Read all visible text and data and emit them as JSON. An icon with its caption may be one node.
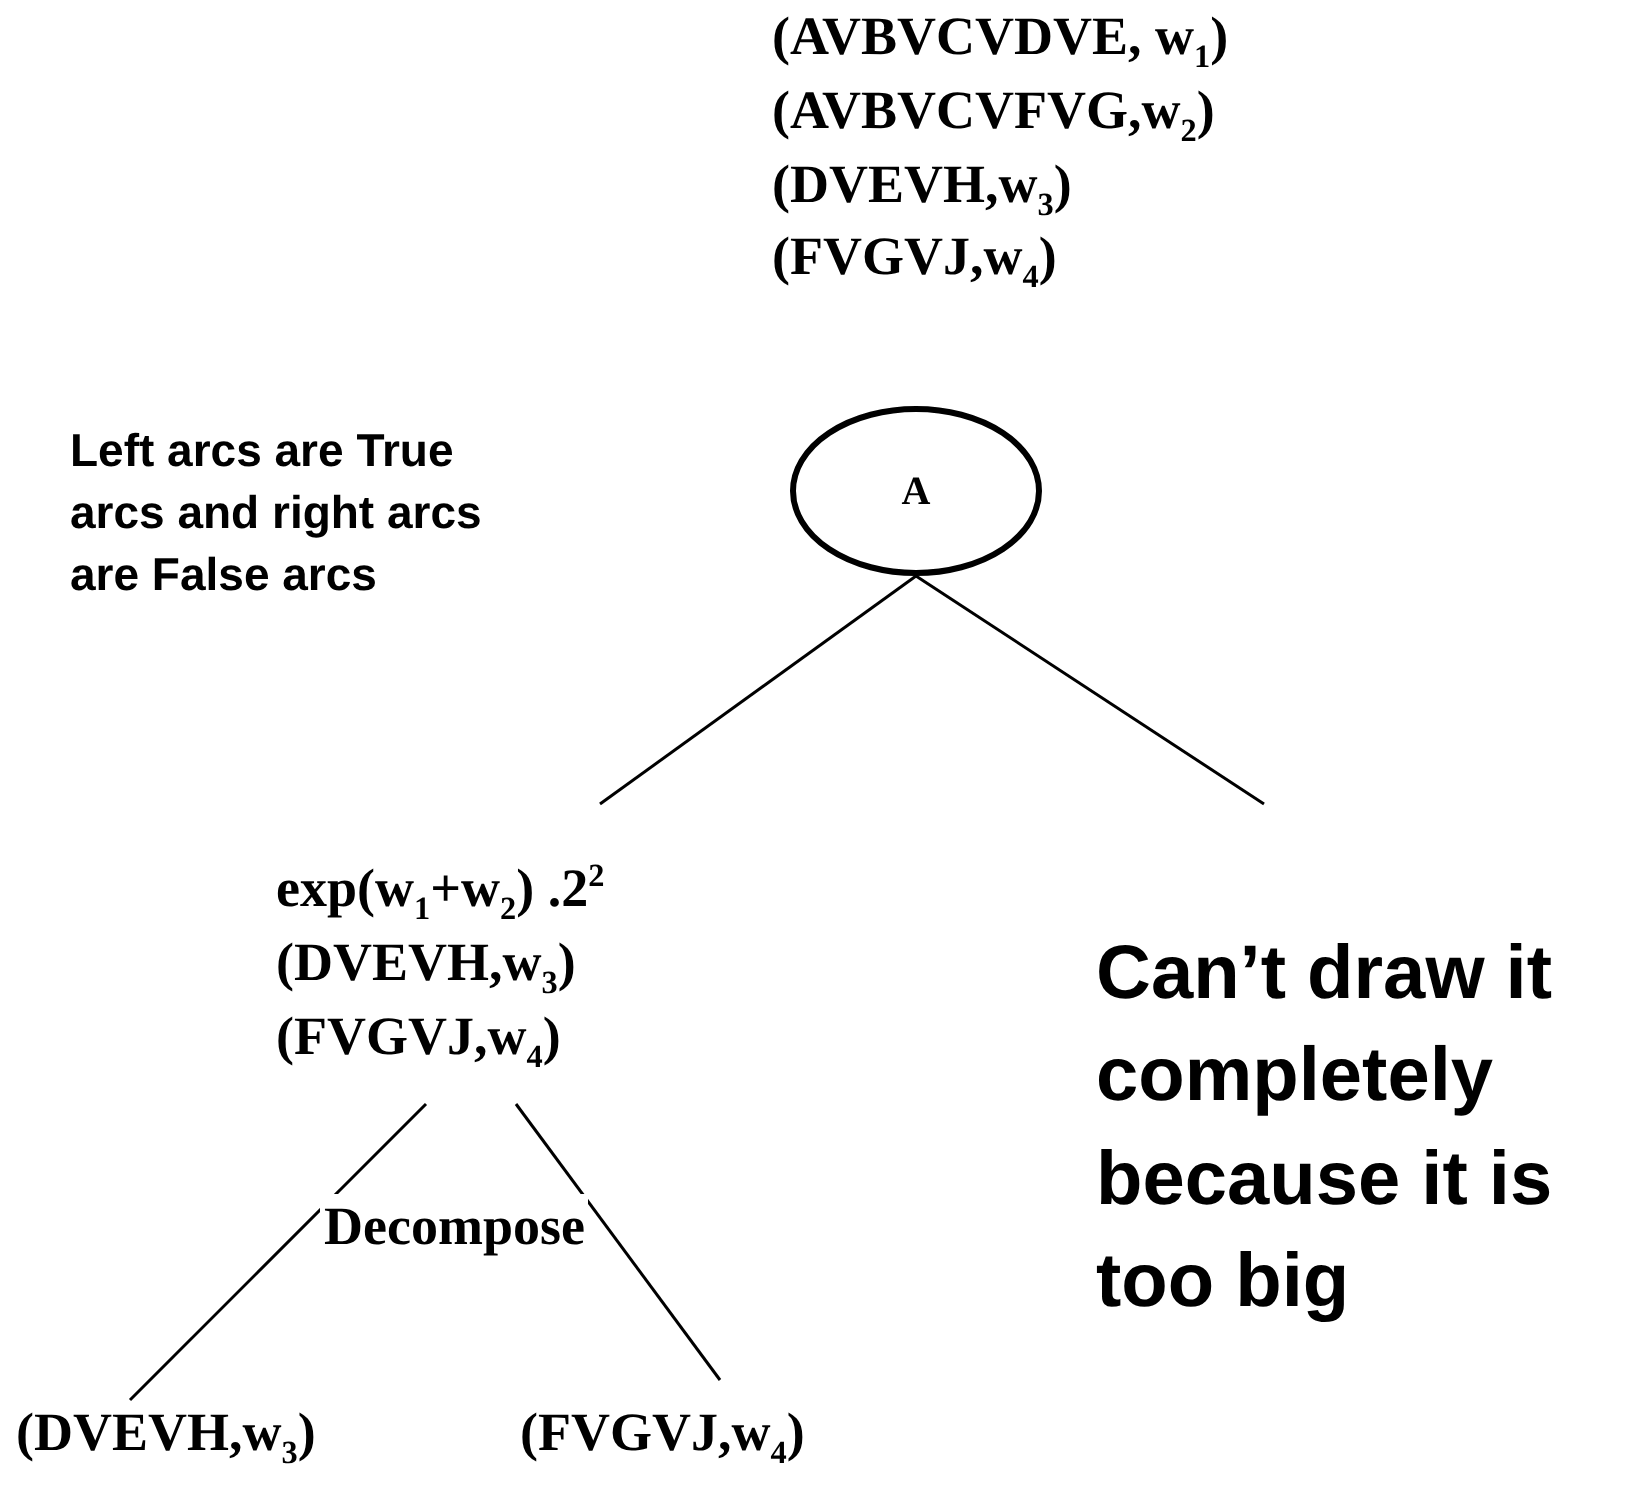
{
  "diagram": {
    "nodes": [
      {
        "text": [
          "A"
        ],
        "beside": [
          "(AVBVCVDVE, w$_{1}$)",
          "(AVBVCVFVG,w$_{2}$)",
          "(DVEVH,w$_{3}$)",
          "(FVGVJ,w$_{4}$)"
        ]
      },
      {
        "text": [
          "exp(w$_{1}$+w$_{2}$) .2$^{2}$",
          "(DVEVH,w$_{3}$)",
          "(FVGVJ,w$_{4}$)"
        ]
      },
      {
        "text": [
          "(DVEVH,w$_{3}$)"
        ]
      },
      {
        "text": [
          "(FVGVJ,w$_{4}$)"
        ]
      }
    ],
    "edges": [
      {
        "from": 0,
        "to": 1,
        "arrow": "none"
      },
      {
        "from": 0,
        "to": null,
        "arrow": "none"
      },
      {
        "from": 1,
        "to": 2,
        "arrow": "none"
      },
      {
        "from": 1,
        "to": 3,
        "arrow": "none"
      }
    ],
    "labels": [
      "Left arcs are True arcs and right arcs are False arcs",
      "Decompose",
      "Can’t draw it completely because it is too big"
    ]
  }
}
